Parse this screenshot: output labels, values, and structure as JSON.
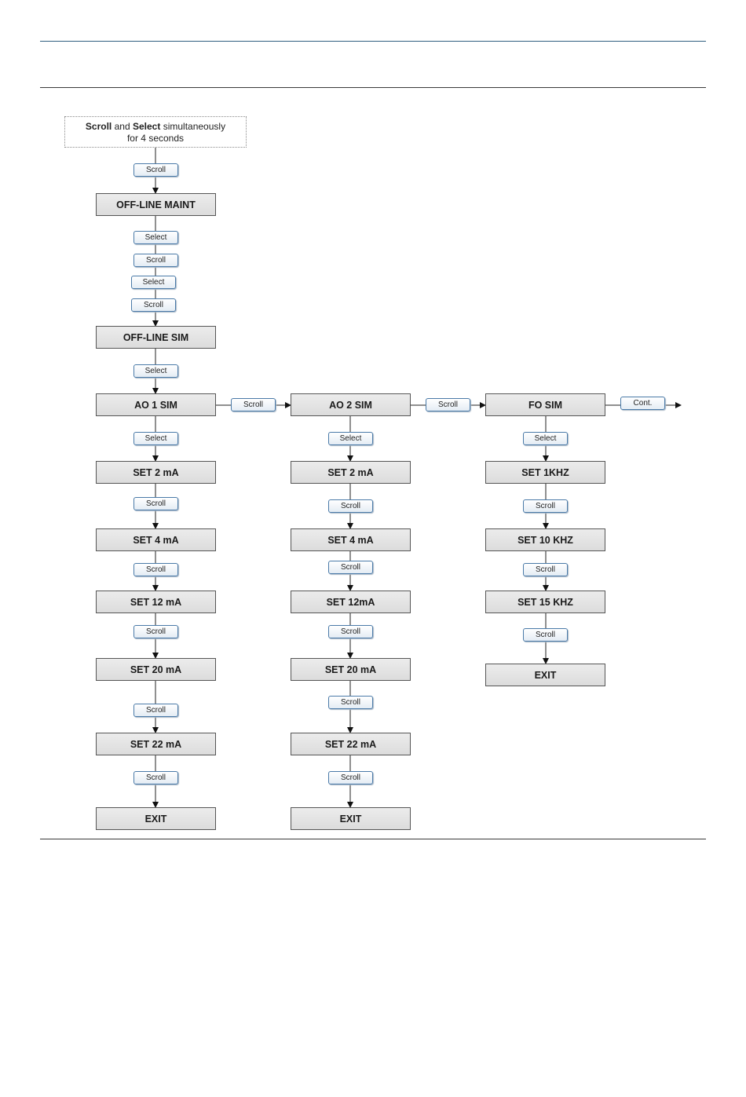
{
  "start": {
    "scroll": "Scroll",
    "and": "and",
    "select": "Select",
    "rest": "simultaneously",
    "line2": "for 4 seconds"
  },
  "keys": {
    "scroll": "Scroll",
    "select": "Select",
    "cont": "Cont."
  },
  "states": {
    "offline_maint": "OFF-LINE MAINT",
    "offline_sim": "OFF-LINE SIM",
    "ao1_sim": "AO 1 SIM",
    "ao2_sim": "AO 2 SIM",
    "fo_sim": "FO SIM",
    "ao1_set2": "SET 2 mA",
    "ao1_set4": "SET 4 mA",
    "ao1_set12": "SET 12 mA",
    "ao1_set20": "SET 20 mA",
    "ao1_set22": "SET 22 mA",
    "ao1_exit": "EXIT",
    "ao2_set2": "SET 2 mA",
    "ao2_set4": "SET 4 mA",
    "ao2_set12": "SET 12mA",
    "ao2_set20": "SET 20 mA",
    "ao2_set22": "SET 22 mA",
    "ao2_exit": "EXIT",
    "fo_set1": "SET 1KHZ",
    "fo_set10": "SET 10 KHZ",
    "fo_set15": "SET 15 KHZ",
    "fo_exit": "EXIT"
  }
}
